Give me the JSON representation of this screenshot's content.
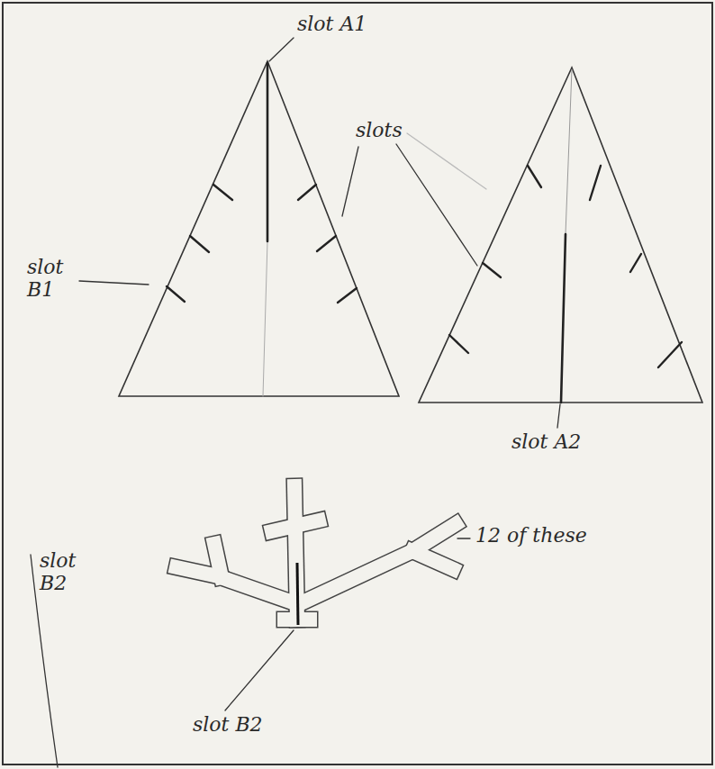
{
  "diagram": {
    "labels": [
      "slot A1",
      "slots",
      "slot B1",
      "slot A2",
      "12 of these",
      "slot B2",
      "slot B2"
    ]
  }
}
